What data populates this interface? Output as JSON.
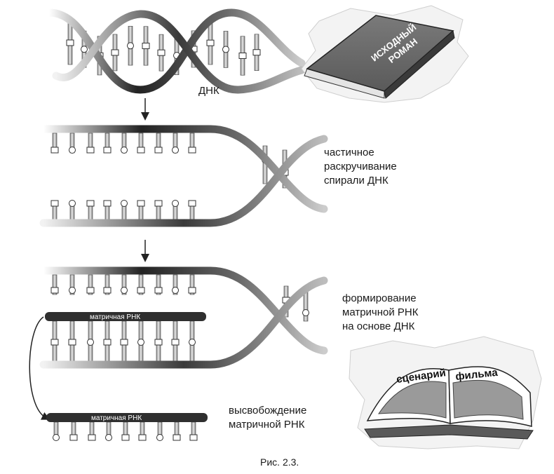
{
  "labels": {
    "dna": "ДНК",
    "step2_line1": "частичное",
    "step2_line2": "раскручивание",
    "step2_line3": "спирали ДНК",
    "step3_line1": "формирование",
    "step3_line2": "матричной РНК",
    "step3_line3": "на основе ДНК",
    "step4_line1": "высвобождение",
    "step4_line2": "матричной РНК",
    "mrna_bar": "матричная РНК",
    "mrna_bar_released": "матричная РНК"
  },
  "book": {
    "line1": "ИСХОДНЫЙ",
    "line2": "РОМАН"
  },
  "script_book": {
    "left_page": "сценарий",
    "right_page": "фильма"
  },
  "caption": "Рис. 2.3."
}
